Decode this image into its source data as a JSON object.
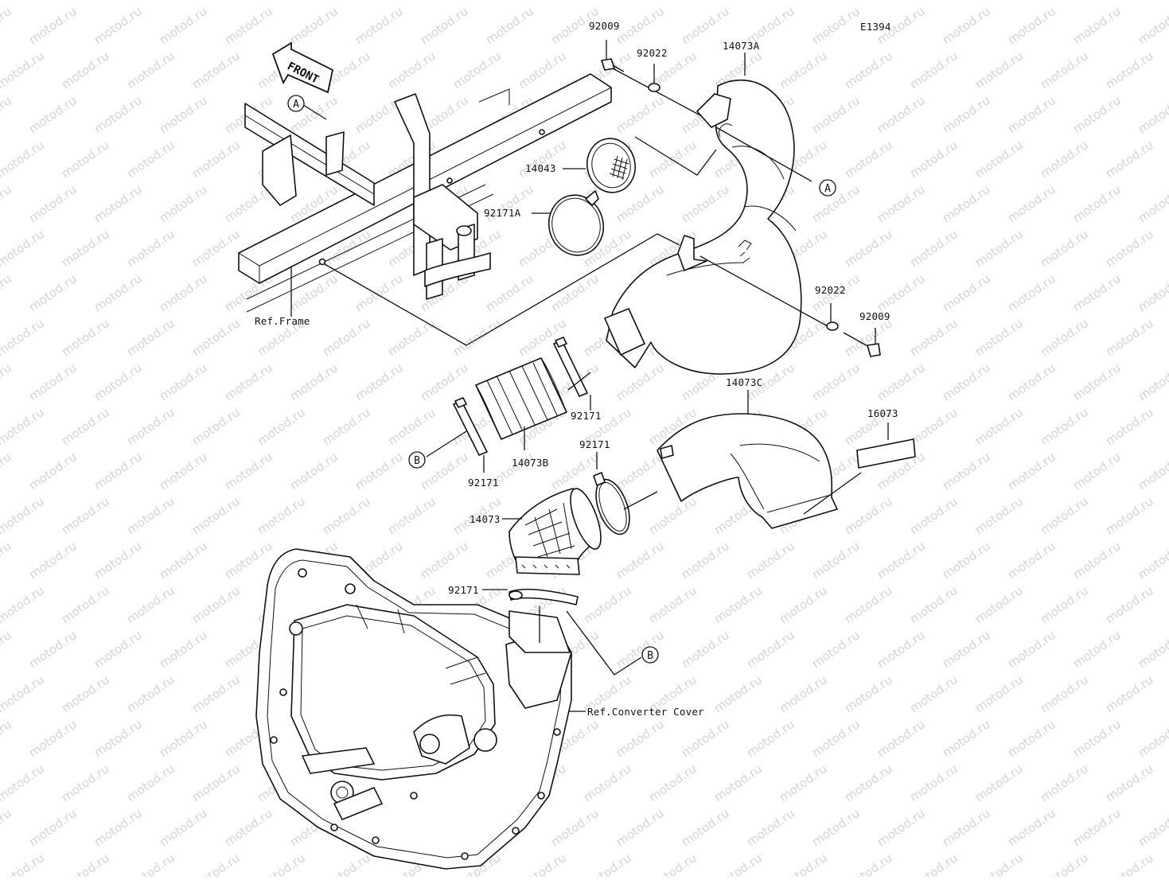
{
  "diagram": {
    "code": "E1394",
    "front_label": "FRONT",
    "watermark": "motod.ru",
    "refs": {
      "frame": "Ref.Frame",
      "converter_cover": "Ref.Converter Cover"
    },
    "callouts": {
      "a_top": "A",
      "a_right": "A",
      "b_left": "B",
      "b_bottom": "B"
    },
    "parts": {
      "p92009_top": "92009",
      "p92022_top": "92022",
      "p14073A": "14073A",
      "p14043": "14043",
      "p92171A": "92171A",
      "p92022_right": "92022",
      "p92009_right": "92009",
      "p14073C": "14073C",
      "p16073": "16073",
      "p92171_a": "92171",
      "p92171_b": "92171",
      "p14073B": "14073B",
      "p92171_c": "92171",
      "p14073": "14073",
      "p92171_d": "92171"
    }
  }
}
